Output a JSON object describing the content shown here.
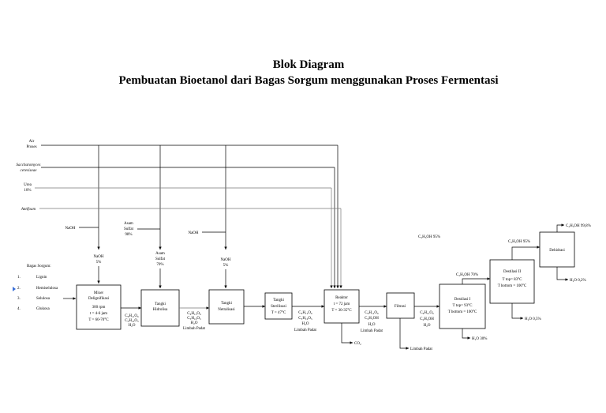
{
  "title": {
    "line1": "Blok Diagram",
    "line2": "Pembuatan Bioetanol dari Bagas Sorgum menggunakan Proses Fermentasi"
  },
  "inputs": {
    "air_1": "Air",
    "air_2": "Proses",
    "yeast_1": "Saccharomyces",
    "yeast_2": "cereviseae",
    "urea_1": "Urea",
    "urea_2": "10%",
    "antifoam": "Antifoam"
  },
  "side_labels": {
    "naoh_left": "NaOH",
    "asam_1": "Asam",
    "asam_2": "Sulfat",
    "asam_3": "98%",
    "naoh_mid": "NaOH",
    "ethanol_95_top": "C₂H₅OH 95%"
  },
  "feed": {
    "naoh1_a": "NaOH",
    "naoh1_b": "5%",
    "asam2_a": "Asam",
    "asam2_b": "Sulfat",
    "asam2_c": "70%",
    "naoh3_a": "NaOH",
    "naoh3_b": "5%"
  },
  "bagas": {
    "heading": "Bagas Sorgum:",
    "items": [
      {
        "num": "1.",
        "label": "Lignin"
      },
      {
        "num": "2.",
        "label": "Hemiselulosa"
      },
      {
        "num": "3.",
        "label": "Selulosa"
      },
      {
        "num": "4.",
        "label": "Glukosa"
      }
    ]
  },
  "units": {
    "mixer": [
      "Mixer",
      "Delignifikasi",
      "300 rpm",
      "t = 4-6 jam",
      "T = 60-70°C"
    ],
    "hidrolisa": [
      "Tangki",
      "Hidrolisa"
    ],
    "netralisasi": [
      "Tangki",
      "Netralisasi"
    ],
    "sterilisasi": [
      "Tangki",
      "Sterilisasi",
      "T = 47°C"
    ],
    "reaktor": [
      "Reaktor",
      "t = 72 jam",
      "T = 30-35°C"
    ],
    "filtrasi": [
      "Filtrasi"
    ],
    "destilasi1": [
      "Destilasi I",
      "T top= 93°C",
      "T bottom = 100°C"
    ],
    "destilasi2": [
      "Destilasi II",
      "T top= 83°C",
      "T bottom = 100°C"
    ],
    "dehidrasi": [
      "Dehidrasi"
    ]
  },
  "streams": {
    "s1": [
      "C₆H₁₂O₆",
      "C₅H₁₀O₅",
      "H₂O"
    ],
    "s2": [
      "C₆H₁₂O₆",
      "C₅H₁₀O₅",
      "H₂O",
      "Limbah Padat"
    ],
    "s3": [
      "C₆H₁₂O₆",
      "C₅H₁₀O₅",
      "H₂O",
      "Limbah Padat"
    ],
    "s4": [
      "C₆H₁₂O₆",
      "C₂H₅OH",
      "H₂O",
      "Limbah Padat"
    ],
    "s5": [
      "C₆H₁₂O₆",
      "C₂H₅OH",
      "H₂O"
    ],
    "co2": "CO₂",
    "limbah": "Limbah Padat",
    "ethanol70": "C₂H₅OH 70%",
    "water30": "H₂O 30%",
    "ethanol95": "C₂H₅OH 95%",
    "water05": "H₂O 0,5%",
    "ethanol998": "C₂H₅OH 99,8%",
    "water02": "H₂O 0,2%"
  }
}
